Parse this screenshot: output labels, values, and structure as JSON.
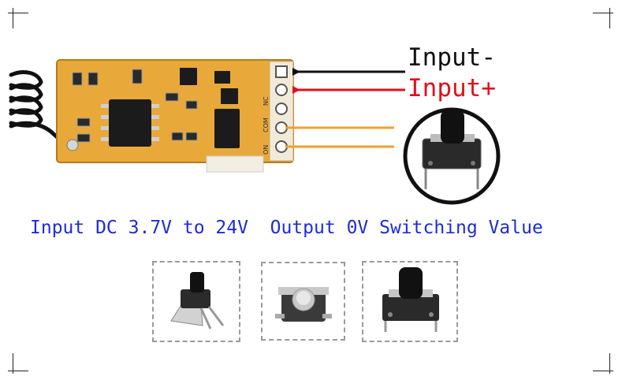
{
  "labels": {
    "input_minus": "Input-",
    "input_plus": "Input+"
  },
  "pcb": {
    "pin_labels": [
      "NC",
      "COM",
      "ON"
    ]
  },
  "caption": "Input DC 3.7V to 24V  Output 0V Switching Value",
  "colors": {
    "input_minus_arrow": "#111111",
    "input_plus_arrow": "#e0101c",
    "output_wires": "#f0a030",
    "caption": "#1f2bd8",
    "pcb": "#e9a93a"
  },
  "icons": [
    "tactile-switch-icon",
    "right-angle-switch-icon",
    "smd-switch-icon"
  ]
}
